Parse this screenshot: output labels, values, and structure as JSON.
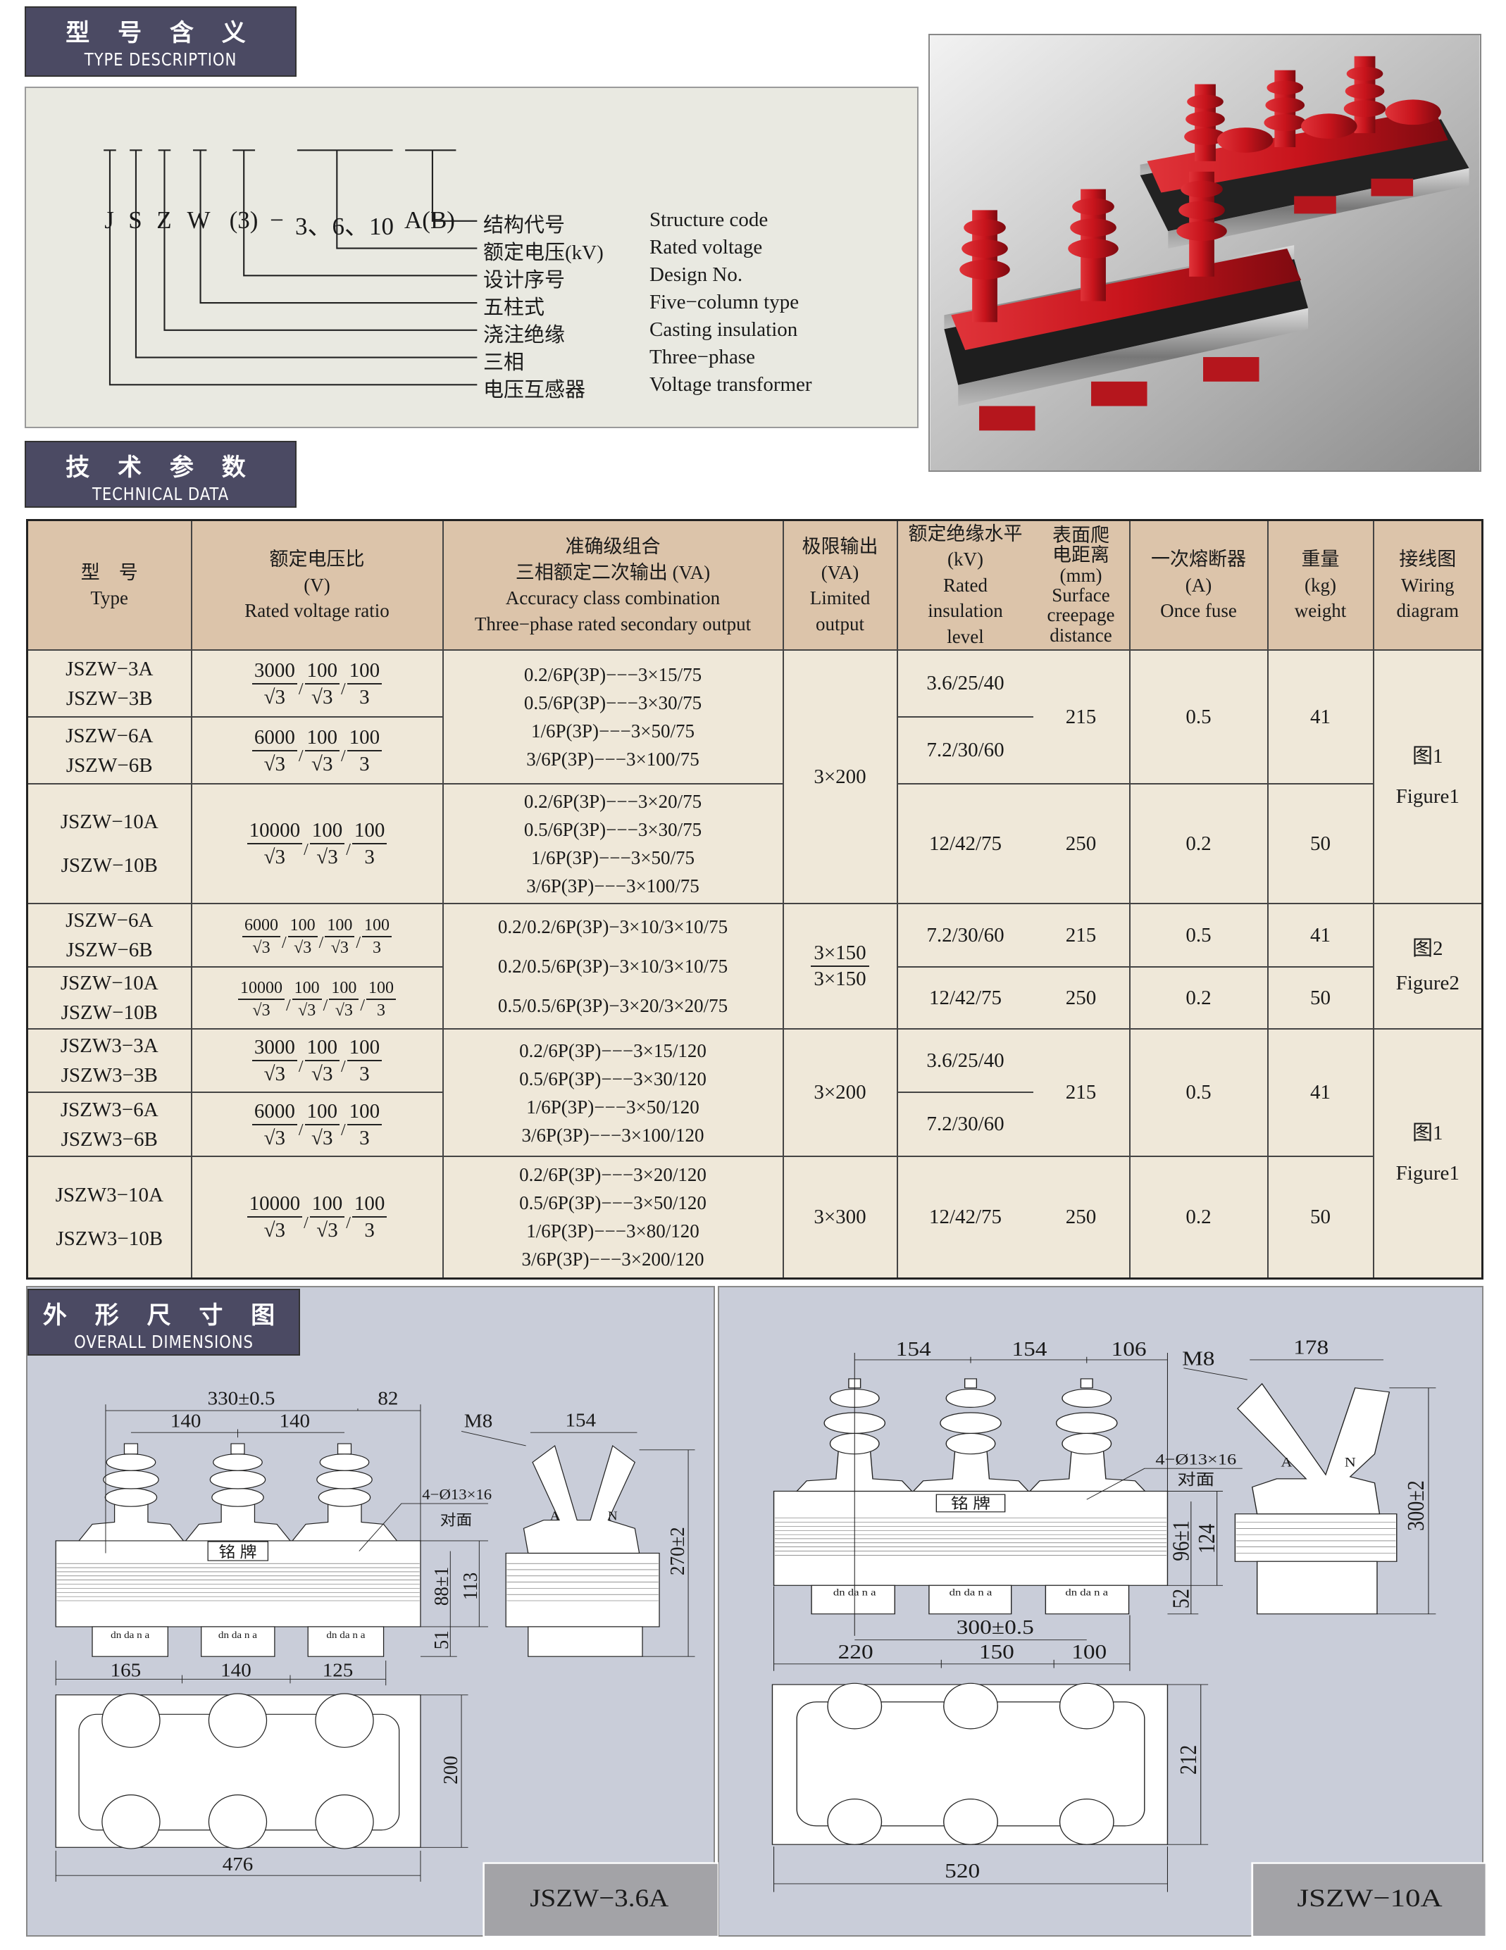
{
  "sections": {
    "type_description": {
      "zh": "型 号 含 义",
      "en": "TYPE DESCRIPTION"
    },
    "technical_data": {
      "zh": "技 术 参 数",
      "en": "TECHNICAL DATA"
    },
    "overall_dimensions": {
      "zh": "外 形 尺 寸 图",
      "en": "OVERALL DIMENSIONS"
    }
  },
  "type_code": {
    "codes": [
      "J",
      "S",
      "Z",
      "W",
      "(3)",
      "−",
      "3、6、10",
      "A(B)"
    ],
    "labels": [
      {
        "zh": "结构代号",
        "en": "Structure code"
      },
      {
        "zh": "额定电压(kV)",
        "en": "Rated voltage"
      },
      {
        "zh": "设计序号",
        "en": "Design No."
      },
      {
        "zh": "五柱式",
        "en": "Five−column type"
      },
      {
        "zh": "浇注绝缘",
        "en": "Casting insulation"
      },
      {
        "zh": "三相",
        "en": "Three−phase"
      },
      {
        "zh": "电压互感器",
        "en": "Voltage transformer"
      }
    ]
  },
  "colors": {
    "header_bg": "#4b4a63",
    "table_head": "#dcc4aa",
    "table_body": "#efe8d9",
    "dim_bg": "#c9cdd9",
    "insulator_red": "#c8141c"
  },
  "table": {
    "headers": [
      {
        "zh": "型　号",
        "en": "Type"
      },
      {
        "zh": "额定电压比",
        "unit": "(V)",
        "en": "Rated voltage ratio"
      },
      {
        "zh": "准确级组合",
        "zh2": "三相额定二次输出 (VA)",
        "en": "Accuracy class combination",
        "en2": "Three−phase rated secondary output"
      },
      {
        "zh": "极限输出",
        "unit": "(VA)",
        "en": "Limited",
        "en2": "output"
      },
      {
        "zh": "额定绝缘水平",
        "unit": "(kV)",
        "en": "Rated",
        "en2": "insulation",
        "en3": "level"
      },
      {
        "zh": "表面爬",
        "zh2": "电距离",
        "unit": "(mm)",
        "en": "Surface",
        "en2": "creepage",
        "en3": "distance"
      },
      {
        "zh": "一次熔断器",
        "unit": "(A)",
        "en": "Once fuse"
      },
      {
        "zh": "重量",
        "unit": "(kg)",
        "en": "weight"
      },
      {
        "zh": "接线图",
        "en": "Wiring",
        "en2": "diagram"
      }
    ],
    "rows": [
      {
        "types": [
          "JSZW−3A",
          "JSZW−3B"
        ],
        "ratio": [
          [
            "3000",
            "√3"
          ],
          [
            "100",
            "√3"
          ],
          [
            "100",
            "3"
          ]
        ],
        "insulation": "3.6/25/40"
      },
      {
        "types": [
          "JSZW−6A",
          "JSZW−6B"
        ],
        "ratio": [
          [
            "6000",
            "√3"
          ],
          [
            "100",
            "√3"
          ],
          [
            "100",
            "3"
          ]
        ],
        "insulation": "7.2/30/60"
      },
      {
        "types": [
          "JSZW−10A",
          "JSZW−10B"
        ],
        "ratio": [
          [
            "10000",
            "√3"
          ],
          [
            "100",
            "√3"
          ],
          [
            "100",
            "3"
          ]
        ],
        "insulation": "12/42/75",
        "creepage": "250",
        "fuse": "0.2",
        "weight": "50"
      },
      {
        "types": [
          "JSZW−6A",
          "JSZW−6B"
        ],
        "ratio": [
          [
            "6000",
            "√3"
          ],
          [
            "100",
            "√3"
          ],
          [
            "100",
            "√3"
          ],
          [
            "100",
            "3"
          ]
        ],
        "insulation": "7.2/30/60",
        "creepage": "215",
        "fuse": "0.5",
        "weight": "41"
      },
      {
        "types": [
          "JSZW−10A",
          "JSZW−10B"
        ],
        "ratio": [
          [
            "10000",
            "√3"
          ],
          [
            "100",
            "√3"
          ],
          [
            "100",
            "√3"
          ],
          [
            "100",
            "3"
          ]
        ],
        "insulation": "12/42/75",
        "creepage": "250",
        "fuse": "0.2",
        "weight": "50"
      },
      {
        "types": [
          "JSZW3−3A",
          "JSZW3−3B"
        ],
        "ratio": [
          [
            "3000",
            "√3"
          ],
          [
            "100",
            "√3"
          ],
          [
            "100",
            "3"
          ]
        ],
        "insulation": "3.6/25/40"
      },
      {
        "types": [
          "JSZW3−6A",
          "JSZW3−6B"
        ],
        "ratio": [
          [
            "6000",
            "√3"
          ],
          [
            "100",
            "√3"
          ],
          [
            "100",
            "3"
          ]
        ],
        "insulation": "7.2/30/60"
      },
      {
        "types": [
          "JSZW3−10A",
          "JSZW3−10B"
        ],
        "ratio": [
          [
            "10000",
            "√3"
          ],
          [
            "100",
            "√3"
          ],
          [
            "100",
            "3"
          ]
        ],
        "insulation": "12/42/75",
        "creepage": "250",
        "fuse": "0.2",
        "weight": "50"
      }
    ],
    "accuracy": [
      [
        "0.2/6P(3P)−−−3×15/75",
        "0.5/6P(3P)−−−3×30/75",
        "1/6P(3P)−−−3×50/75",
        "3/6P(3P)−−−3×100/75"
      ],
      [
        "0.2/6P(3P)−−−3×20/75",
        "0.5/6P(3P)−−−3×30/75",
        "1/6P(3P)−−−3×50/75",
        "3/6P(3P)−−−3×100/75"
      ],
      [
        "0.2/0.2/6P(3P)−3×10/3×10/75",
        "0.2/0.5/6P(3P)−3×10/3×10/75",
        "0.5/0.5/6P(3P)−3×20/3×20/75"
      ],
      [
        "0.2/6P(3P)−−−3×15/120",
        "0.5/6P(3P)−−−3×30/120",
        "1/6P(3P)−−−3×50/120",
        "3/6P(3P)−−−3×100/120"
      ],
      [
        "0.2/6P(3P)−−−3×20/120",
        "0.5/6P(3P)−−−3×50/120",
        "1/6P(3P)−−−3×80/120",
        "3/6P(3P)−−−3×200/120"
      ]
    ],
    "limited_output": [
      "3×200",
      "3×150",
      "3×150",
      "3×200",
      "3×300"
    ],
    "group1": {
      "creepage": "215",
      "fuse": "0.5",
      "weight": "41",
      "wiring_zh": "图1",
      "wiring_en": "Figure1"
    },
    "group2": {
      "wiring_zh": "图2",
      "wiring_en": "Figure2"
    },
    "group3": {
      "creepage": "215",
      "fuse": "0.5",
      "weight": "41",
      "wiring_zh": "图1",
      "wiring_en": "Figure1"
    }
  },
  "drawing_left": {
    "model": "JSZW−3.6A",
    "dims": {
      "overall_top": "330±0.5",
      "right_top": "82",
      "pitch": "140",
      "m8": "M8",
      "side_width": "154",
      "holes": "4−Ø13×16",
      "opposite": "对面",
      "nameplate": "铭 牌",
      "core_h": "88±1",
      "body_h": "113",
      "box_h": "51",
      "total_h": "270±2",
      "b1": "165",
      "b2": "140",
      "b3": "125",
      "depth": "200",
      "length": "476",
      "terminals": "dn da n a",
      "phase_a": "A",
      "phase_n": "N"
    }
  },
  "drawing_right": {
    "model": "JSZW−10A",
    "dims": {
      "pitch": "154",
      "right_top": "106",
      "m8": "M8",
      "side_width": "178",
      "holes": "4−Ø13×16",
      "opposite": "对面",
      "nameplate": "铭 牌",
      "core_h": "96±1",
      "body_h": "124",
      "box_h": "52",
      "total_h": "300±2",
      "bolt": "300±0.5",
      "b1": "220",
      "b2": "150",
      "b3": "100",
      "depth": "212",
      "length": "520",
      "terminals": "dn da n a",
      "phase_a": "A",
      "phase_n": "N"
    }
  }
}
